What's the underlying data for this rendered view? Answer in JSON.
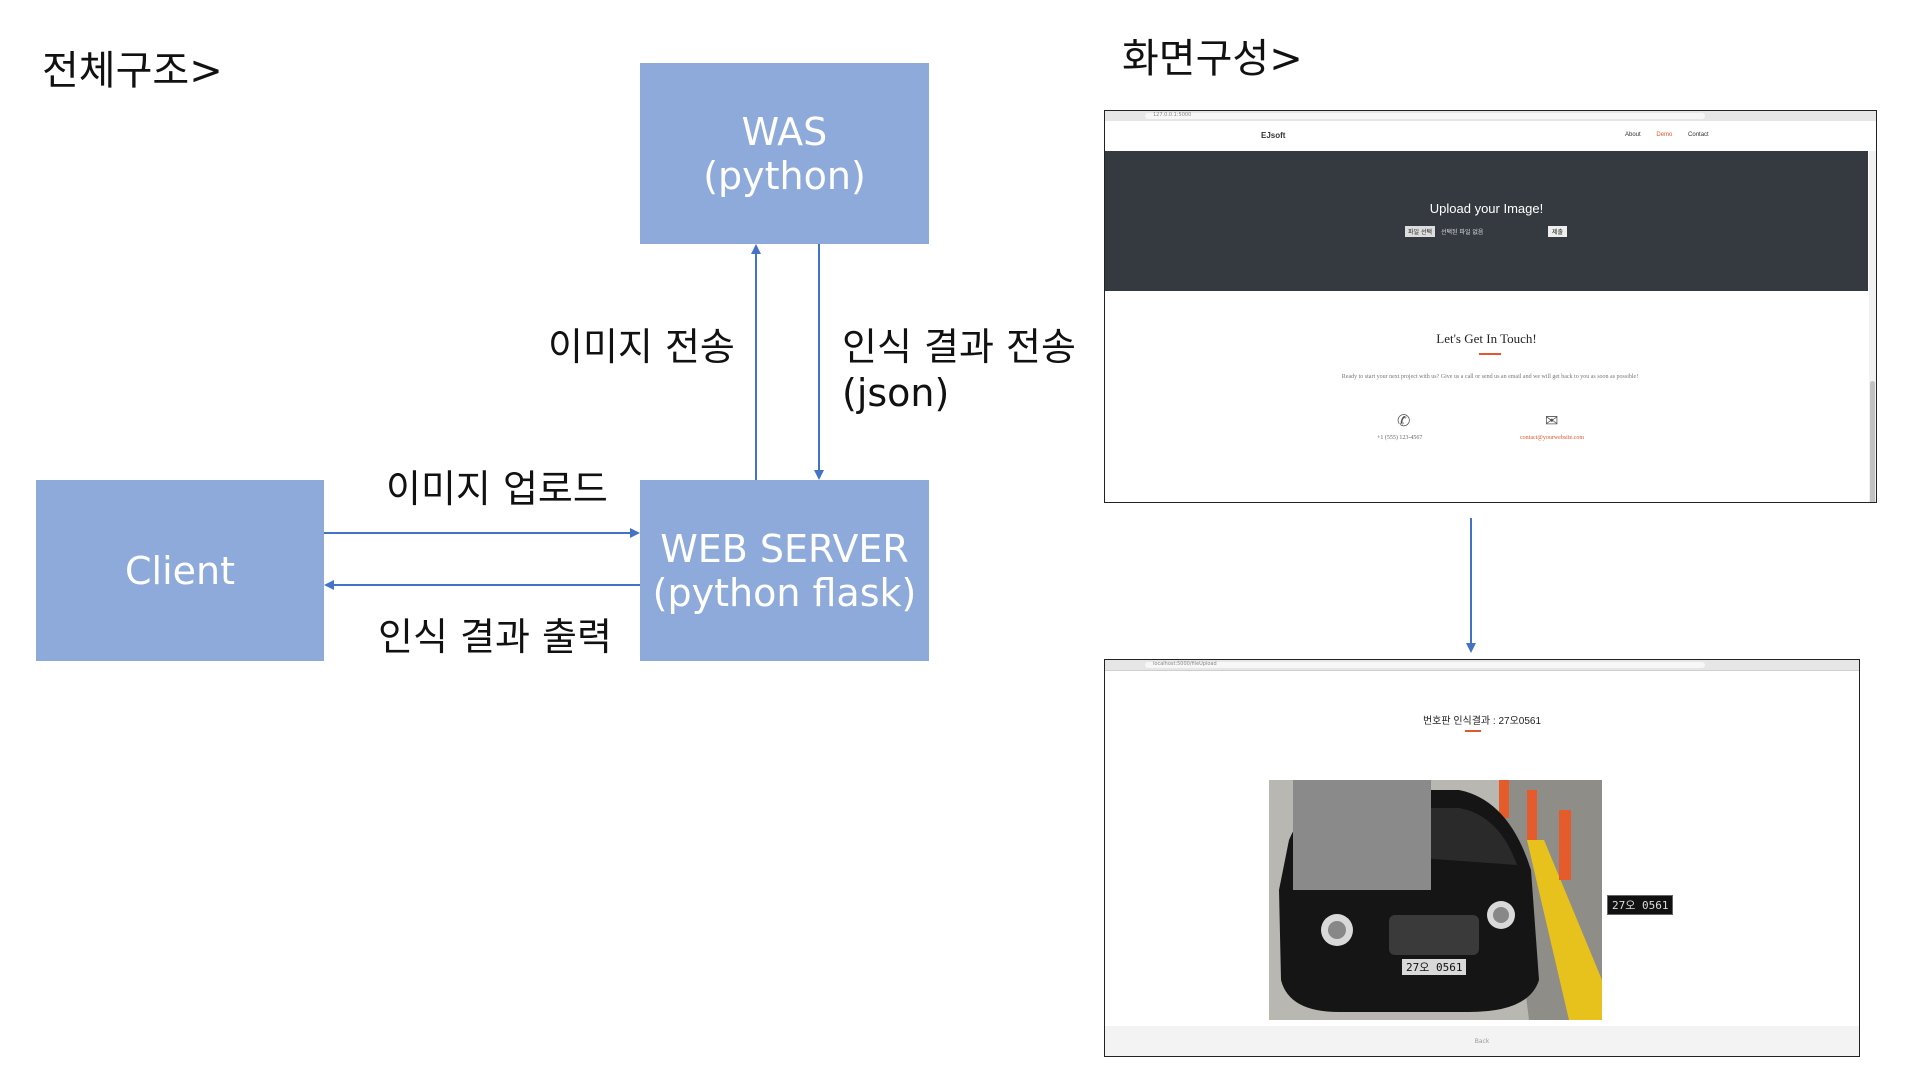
{
  "sections": {
    "overall_title": "전체구조>",
    "screen_title": "화면구성>"
  },
  "nodes": {
    "was": "WAS\n(python)",
    "client": "Client",
    "web_server": "WEB SERVER\n(python flask)"
  },
  "edges": {
    "image_send": "이미지 전송",
    "result_send": "인식 결과 전송\n(json)",
    "image_upload": "이미지 업로드",
    "result_output": "인식 결과 출력"
  },
  "screen1": {
    "url": "127.0.0.1:5000",
    "brand": "EJsoft",
    "nav": [
      "About",
      "Demo",
      "Contact"
    ],
    "hero_title": "Upload your Image!",
    "file_button": "파일 선택",
    "file_status": "선택된 파일 없음",
    "submit": "제출",
    "touch_title": "Let's Get In Touch!",
    "touch_text": "Ready to start your next project with us? Give us a call or send us an email and we will get back to you as soon as possible!",
    "phone": "+1 (555) 123-4567",
    "email": "contact@yourwebsite.com"
  },
  "screen2": {
    "url": "localhost:5000/fileUpload",
    "result_text": "번호판 인식결과 : 27오0561",
    "plate_car": "27오 0561",
    "plate_detected": "27오 0561",
    "back": "Back"
  },
  "colors": {
    "node_fill": "#8eaadb",
    "arrow": "#4472c4",
    "accent": "#e4572e",
    "hero_bg": "#343a40"
  }
}
